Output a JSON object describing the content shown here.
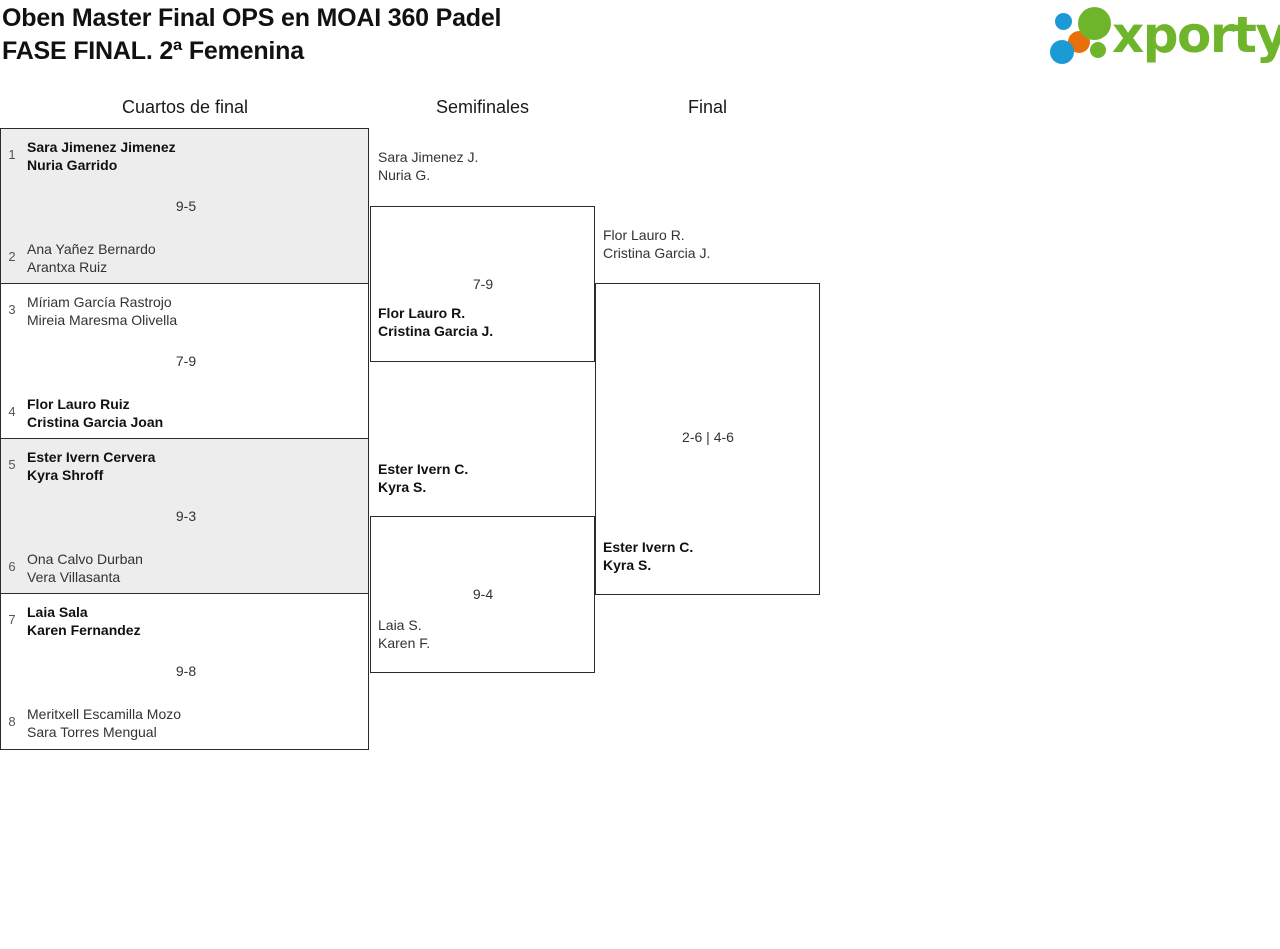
{
  "header": {
    "title_line1": "Oben Master Final OPS en MOAI 360 Padel",
    "title_line2": "FASE FINAL. 2ª Femenina",
    "logo_text": "xporty",
    "logo_colors": {
      "green": "#6fb52c",
      "blue": "#1c9ad6",
      "orange": "#e8700a"
    }
  },
  "rounds": {
    "quarterfinals_label": "Cuartos de final",
    "semifinals_label": "Semifinales",
    "final_label": "Final"
  },
  "chart_data": {
    "type": "table",
    "title": "Oben Master Final OPS en MOAI 360 Padel — FASE FINAL. 2ª Femenina",
    "rounds": [
      "Cuartos de final",
      "Semifinales",
      "Final"
    ]
  },
  "quarterfinals": [
    {
      "seed_top": "1",
      "top_p1": "Sara Jimenez Jimenez",
      "top_p2": "Nuria Garrido",
      "seed_bottom": "2",
      "bottom_p1": "Ana Yañez Bernardo",
      "bottom_p2": "Arantxa Ruiz",
      "score": "9-5",
      "winner": "top"
    },
    {
      "seed_top": "3",
      "top_p1": "Míriam García Rastrojo",
      "top_p2": "Mireia Maresma Olivella",
      "seed_bottom": "4",
      "bottom_p1": "Flor Lauro Ruiz",
      "bottom_p2": "Cristina Garcia Joan",
      "score": "7-9",
      "winner": "bottom"
    },
    {
      "seed_top": "5",
      "top_p1": "Ester Ivern Cervera",
      "top_p2": "Kyra Shroff",
      "seed_bottom": "6",
      "bottom_p1": "Ona Calvo Durban",
      "bottom_p2": "Vera Villasanta",
      "score": "9-3",
      "winner": "top"
    },
    {
      "seed_top": "7",
      "top_p1": "Laia Sala",
      "top_p2": "Karen Fernandez",
      "seed_bottom": "8",
      "bottom_p1": "Meritxell Escamilla Mozo",
      "bottom_p2": "Sara Torres Mengual",
      "score": "9-8",
      "winner": "bottom"
    }
  ],
  "semifinals": [
    {
      "top_p1": "Sara Jimenez J.",
      "top_p2": "Nuria G.",
      "bottom_p1": "Flor Lauro R.",
      "bottom_p2": "Cristina Garcia J.",
      "score": "7-9",
      "winner": "bottom"
    },
    {
      "top_p1": "Ester Ivern C.",
      "top_p2": "Kyra S.",
      "bottom_p1": "Laia S.",
      "bottom_p2": "Karen F.",
      "score": "9-4",
      "winner": "top"
    }
  ],
  "final": {
    "top_p1": "Flor Lauro R.",
    "top_p2": "Cristina Garcia J.",
    "bottom_p1": "Ester Ivern C.",
    "bottom_p2": "Kyra S.",
    "score": "2-6 | 4-6",
    "winner": "bottom"
  }
}
